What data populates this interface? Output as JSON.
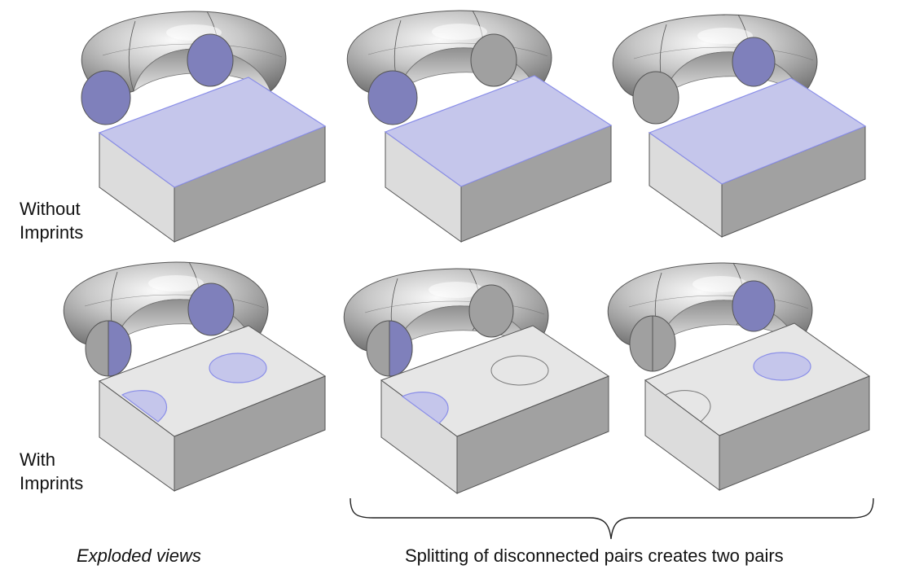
{
  "colors": {
    "highlight_fill": "#c5c6eb",
    "highlight_edge": "#8a8ee8",
    "selected_face": "#7f80bb",
    "block_side": "#dcdcdc",
    "block_front": "#a1a1a1",
    "block_top": "#e6e6e6",
    "edge": "#555555",
    "torus_face": "#a0a0a0",
    "text": "#111111"
  },
  "row_labels": {
    "without": {
      "line1": "Without",
      "line2": "Imprints"
    },
    "with": {
      "line1": "With",
      "line2": "Imprints"
    }
  },
  "captions": {
    "exploded": "Exploded views",
    "splitting": "Splitting of disconnected pairs creates two pairs"
  }
}
